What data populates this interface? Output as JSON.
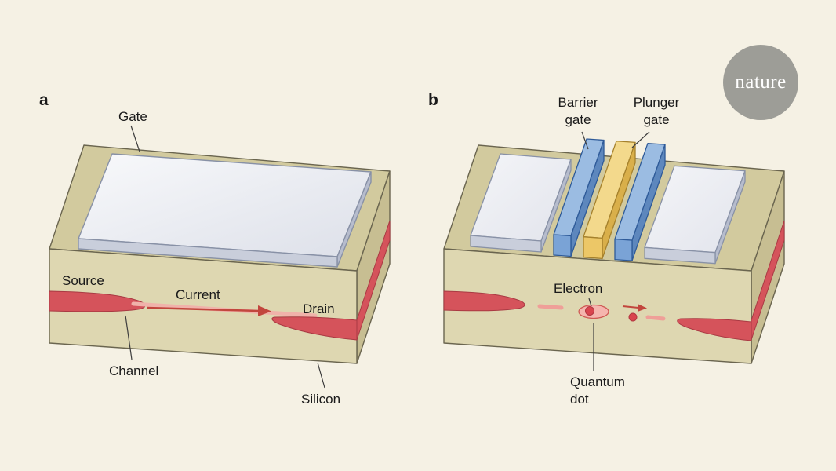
{
  "figure": {
    "description": "Two-panel 3D schematic of silicon transistor devices",
    "background": "#f5f1e4"
  },
  "logo": {
    "text": "nature"
  },
  "panel_a": {
    "letter": "a",
    "labels": {
      "gate": "Gate",
      "source": "Source",
      "current": "Current",
      "drain": "Drain",
      "channel": "Channel",
      "silicon": "Silicon"
    }
  },
  "panel_b": {
    "letter": "b",
    "labels": {
      "barrier_gate_line1": "Barrier",
      "barrier_gate_line2": "gate",
      "plunger_gate_line1": "Plunger",
      "plunger_gate_line2": "gate",
      "electron": "Electron",
      "quantum_dot_line1": "Quantum",
      "quantum_dot_line2": "dot"
    }
  },
  "colors": {
    "background": "#f5f1e4",
    "silicon_front": "#ded7b1",
    "silicon_top": "#d2ca9e",
    "silicon_side": "#c7be92",
    "doped_red": "#d5535b",
    "channel_pink": "#f0b2aa",
    "gate_gray_top": "#f2f3f7",
    "gate_gray_front": "#c9cedb",
    "barrier_blue": "#7aa3d6",
    "plunger_yellow": "#ecc767",
    "arrow_red": "#c2463d",
    "logo_gray": "#9d9d97"
  }
}
